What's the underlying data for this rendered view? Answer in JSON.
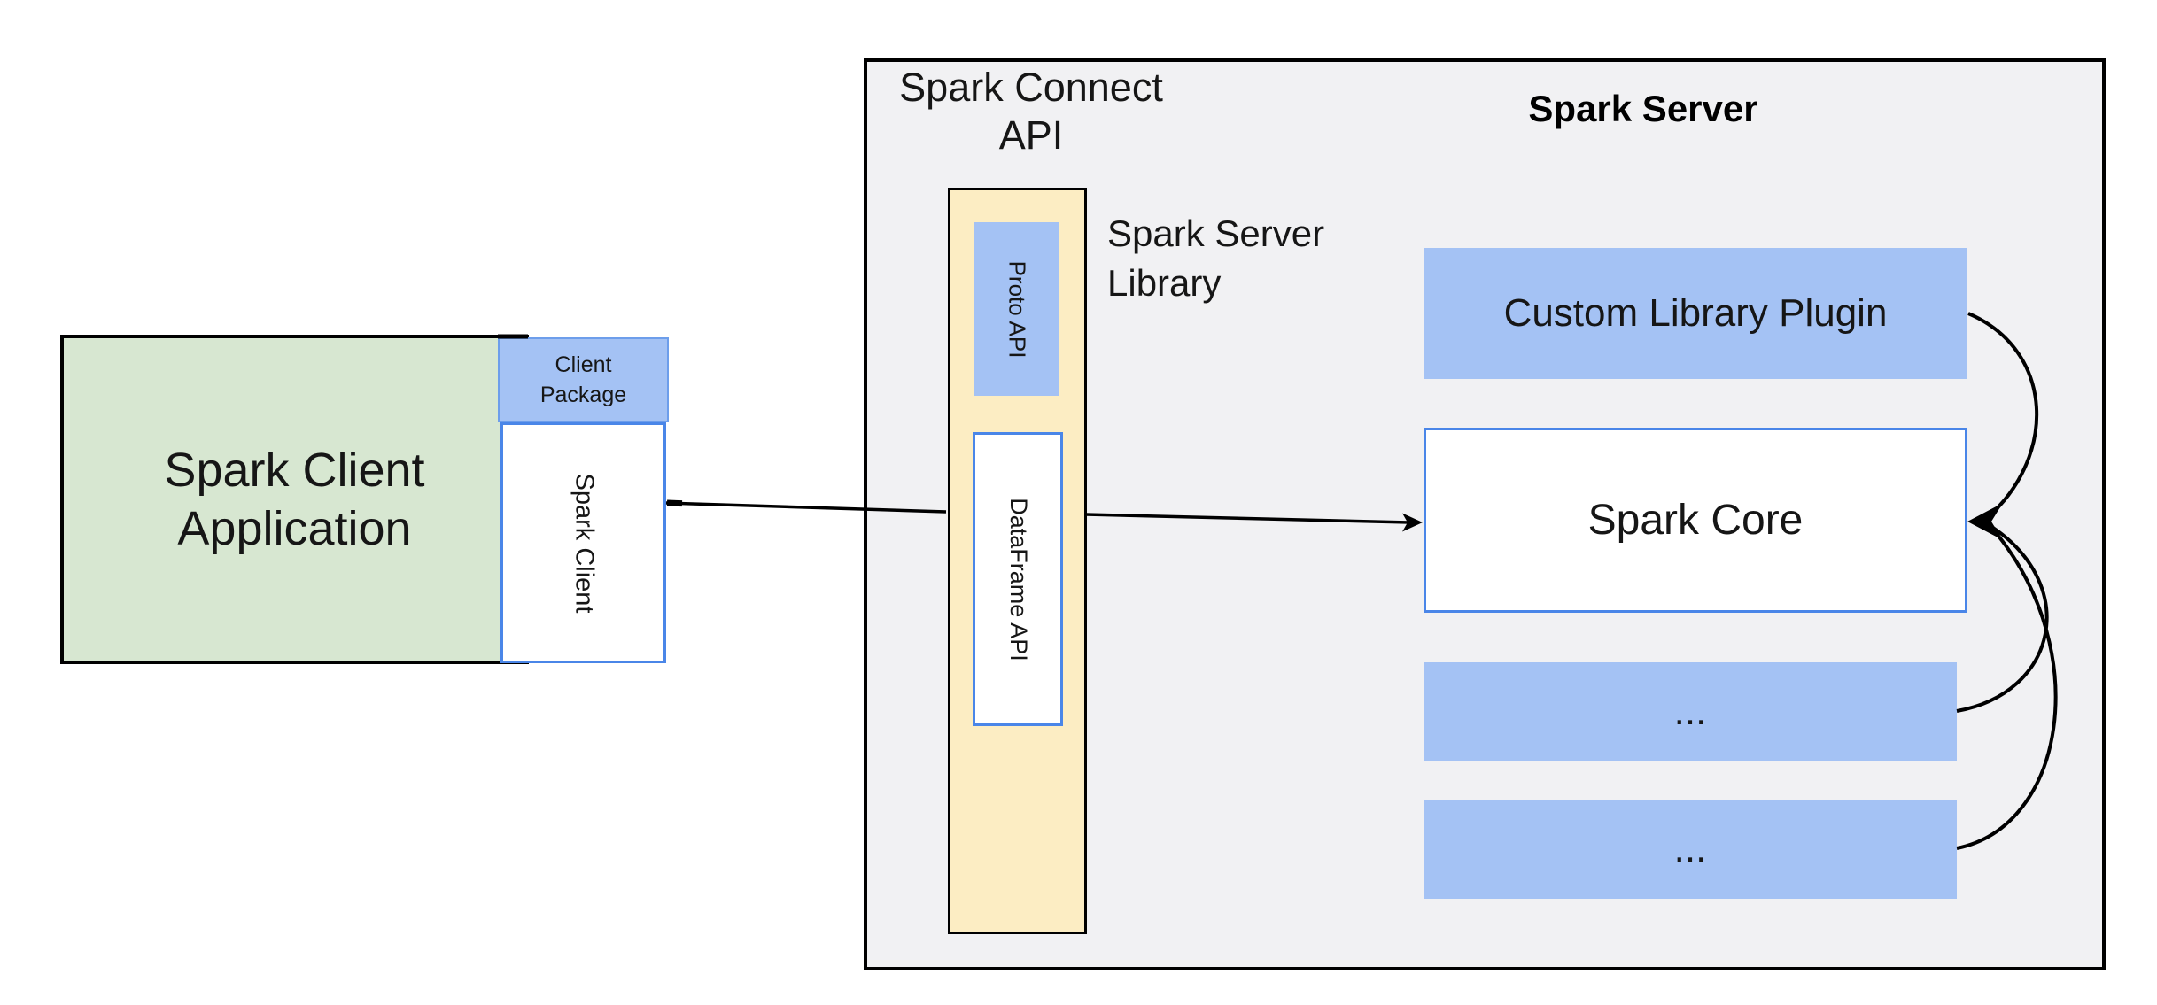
{
  "client": {
    "app_line1": "Spark Client",
    "app_line2": "Application",
    "package_line1": "Client",
    "package_line2": "Package",
    "spark_client_label": "Spark Client"
  },
  "connect": {
    "title_line1": "Spark Connect",
    "title_line2": "API",
    "proto_label": "Proto API",
    "dataframe_label": "DataFrame API",
    "library_line1": "Spark Server",
    "library_line2": "Library"
  },
  "server": {
    "title": "Spark Server",
    "plugin_label": "Custom Library Plugin",
    "core_label": "Spark Core",
    "ellipsis_box1": "...",
    "ellipsis_box2": "..."
  },
  "colors": {
    "client_app_fill": "#d7e7d1",
    "blue_fill": "#a4c2f4",
    "blue_border": "#4a86e8",
    "package_border": "#6d9eeb",
    "pillar_fill": "#fcedc3",
    "server_fill": "#f1f1f3",
    "line_color": "#000000",
    "text_color": "#161616"
  }
}
